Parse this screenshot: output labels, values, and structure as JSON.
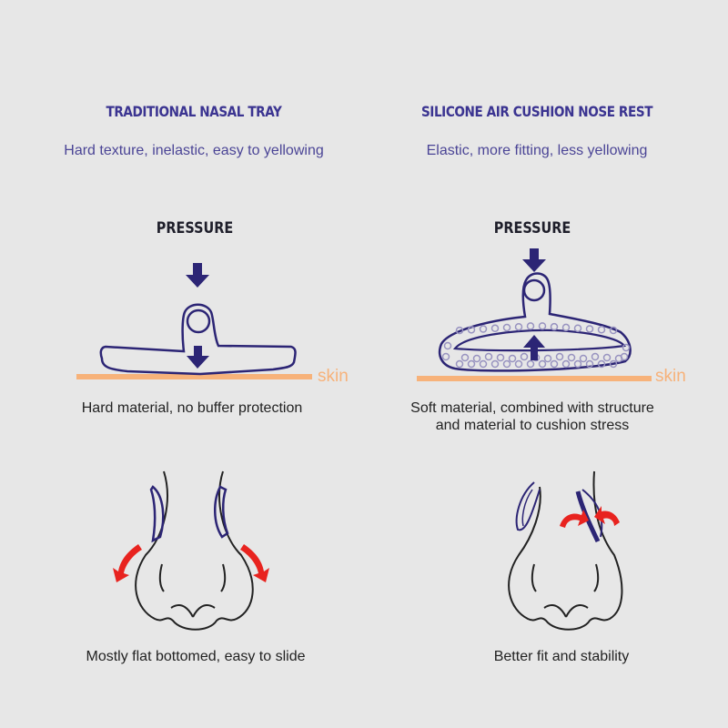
{
  "left": {
    "title": "TRADITIONAL NASAL TRAY",
    "subtitle": "Hard texture, inelastic, easy to yellowing",
    "pressure_label": "PRESSURE",
    "skin_label": "skin",
    "material_caption": "Hard material, no buffer protection",
    "nose_caption": "Mostly flat bottomed, easy to slide"
  },
  "right": {
    "title": "SILICONE AIR CUSHION NOSE REST",
    "subtitle": "Elastic, more fitting, less yellowing",
    "pressure_label": "PRESSURE",
    "skin_label": "skin",
    "material_caption_line1": "Soft material, combined with structure",
    "material_caption_line2": "and material to cushion stress",
    "nose_caption": "Better fit and stability"
  },
  "colors": {
    "navy": "#2c2575",
    "title": "#3b3491",
    "skin": "#f7b27a",
    "arrow_red": "#e8231f",
    "background": "#e7e7e7"
  }
}
